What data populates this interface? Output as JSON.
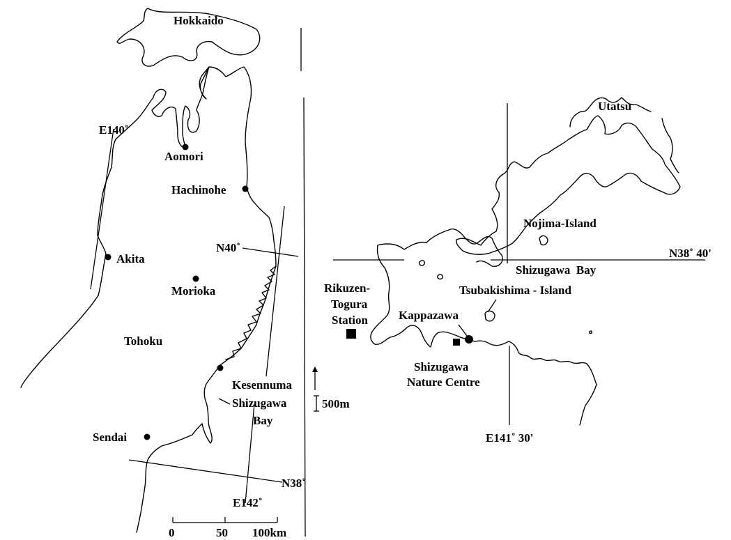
{
  "left_map": {
    "regions": {
      "hokkaido": "Hokkaido",
      "tohoku": "Tohoku"
    },
    "cities": {
      "aomori": "Aomori",
      "hachinohe": "Hachinohe",
      "akita": "Akita",
      "morioka": "Morioka",
      "kesennuma": "Kesennuma",
      "sendai": "Sendai"
    },
    "bay": {
      "line1": "Shizugawa",
      "line2": "Bay"
    },
    "grid_labels": {
      "e140": "E140˚",
      "n40": "N40˚",
      "n38": "N38˚",
      "e142": "E142˚"
    },
    "scale_bar": {
      "tick_0": "0",
      "tick_50": "50",
      "tick_100": "100km"
    }
  },
  "inset_scale": {
    "label": "500m"
  },
  "right_map": {
    "places": {
      "utatsu": "Utatsu",
      "nojima": "Nojima-Island",
      "bay": "Shizugawa  Bay",
      "tsubakishima": "Tsubakishima - Island",
      "kappazawa": "Kappazawa"
    },
    "station": {
      "line1": "Rikuzen-",
      "line2": "Togura",
      "line3": "Station"
    },
    "nature_centre": {
      "line1": "Shizugawa",
      "line2": "Nature Centre"
    },
    "grid_labels": {
      "n38_40": "N38˚ 40'",
      "e141_30": "E141˚ 30'"
    }
  }
}
